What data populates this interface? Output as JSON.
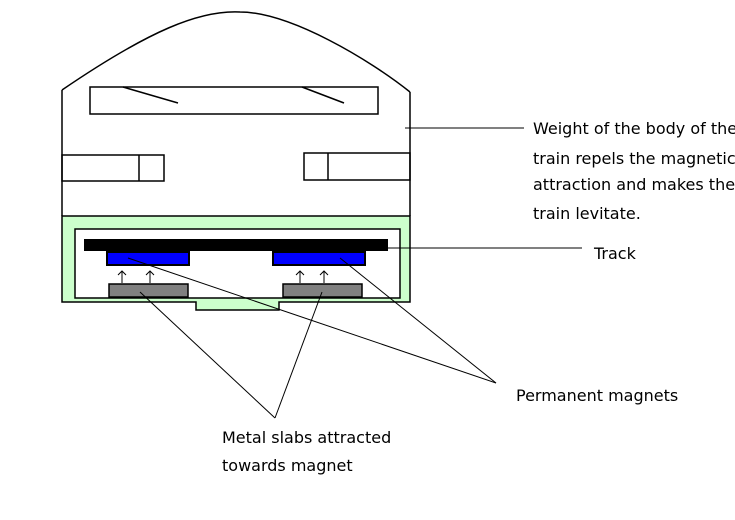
{
  "labels": {
    "weight_line1": "Weight of the body of the",
    "weight_line2": "train repels the magnetic",
    "weight_line3": "attraction and makes the",
    "weight_line4": "train levitate.",
    "track": "Track",
    "permanent_magnets": "Permanent magnets",
    "metal_slabs_line1": "Metal slabs attracted",
    "metal_slabs_line2": "towards magnet"
  },
  "colors": {
    "frame_green": "#ccffcc",
    "magnet_blue": "#0000ff",
    "slab_gray": "#808080",
    "track_black": "#000000",
    "outline": "#000000"
  }
}
